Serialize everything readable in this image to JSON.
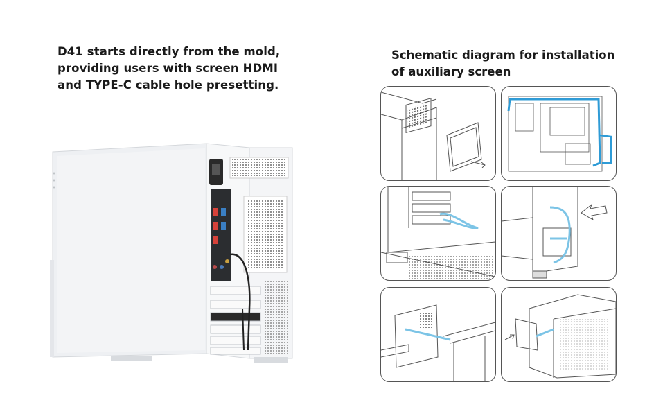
{
  "headline": {
    "lines": [
      "D41 starts directly from the mold,",
      "providing users with screen HDMI",
      "and TYPE-C cable hole presetting."
    ]
  },
  "schematic": {
    "title_lines": [
      "Schematic diagram for installation",
      "of auxiliary screen"
    ],
    "steps": [
      {
        "id": 1,
        "depicts": "remove-auxiliary-screen-from-case-front"
      },
      {
        "id": 2,
        "depicts": "cable-routing-through-case-side-view"
      },
      {
        "id": 3,
        "depicts": "cable-through-pcie-slot-interior"
      },
      {
        "id": 4,
        "depicts": "connect-cables-to-rear-io"
      },
      {
        "id": 5,
        "depicts": "connect-cable-to-screen-back"
      },
      {
        "id": 6,
        "depicts": "mount-screen-onto-case"
      }
    ]
  },
  "colors": {
    "cable_highlight": "#2e9bd6",
    "cable_light": "#a9dcf2",
    "line_art": "#555555",
    "case_white": "#f2f3f5"
  }
}
